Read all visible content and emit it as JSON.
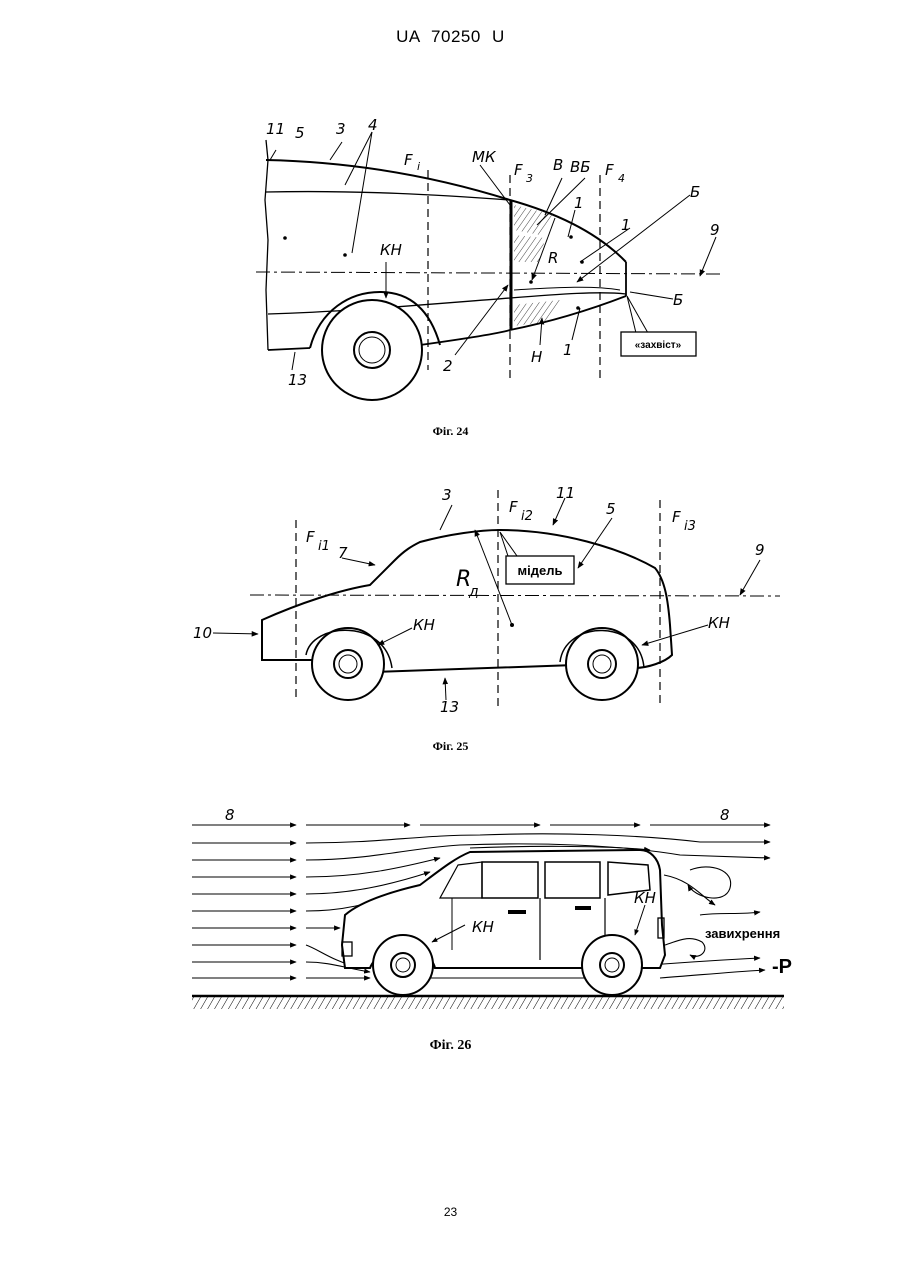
{
  "header": {
    "doc_id": "UA   70250   U"
  },
  "figures": [
    {
      "caption": "Фіг. 24",
      "labels": {
        "l11": "11",
        "l5": "5",
        "l3": "3",
        "l4": "4",
        "lF1": "F",
        "lF1sub": "i",
        "lMK": "МК",
        "lF3": "F",
        "lF3sub": "3",
        "lB": "В",
        "lVB": "ВБ",
        "lF4": "F",
        "lF4sub": "4",
        "lBb1": "Б",
        "l9": "9",
        "l1a": "1",
        "l1b": "1",
        "lR": "R",
        "lKH": "КН",
        "lBb2": "Б",
        "l2": "2",
        "lH": "Н",
        "l1c": "1",
        "l13": "13"
      },
      "callout": "«захвіст»"
    },
    {
      "caption": "Фіг. 25",
      "labels": {
        "l3": "3",
        "lFi2": "F",
        "lFi2sub": "i2",
        "l11": "11",
        "l5": "5",
        "lFi1": "F",
        "lFi1sub": "i1",
        "l7": "7",
        "lFi3": "F",
        "lFi3sub": "i3",
        "l9": "9",
        "lRd": "R",
        "lRdsub": "д",
        "l10": "10",
        "lKH1": "КН",
        "lKH2": "КН",
        "l13": "13"
      },
      "callout": "мідель"
    },
    {
      "caption": "Фіг. 26",
      "labels": {
        "l8a": "8",
        "l8b": "8",
        "lKH1": "КН",
        "lKH2": "КН"
      },
      "callouts": {
        "vortex": "завихрення",
        "force": "-Р"
      }
    }
  ],
  "page_number": "23"
}
